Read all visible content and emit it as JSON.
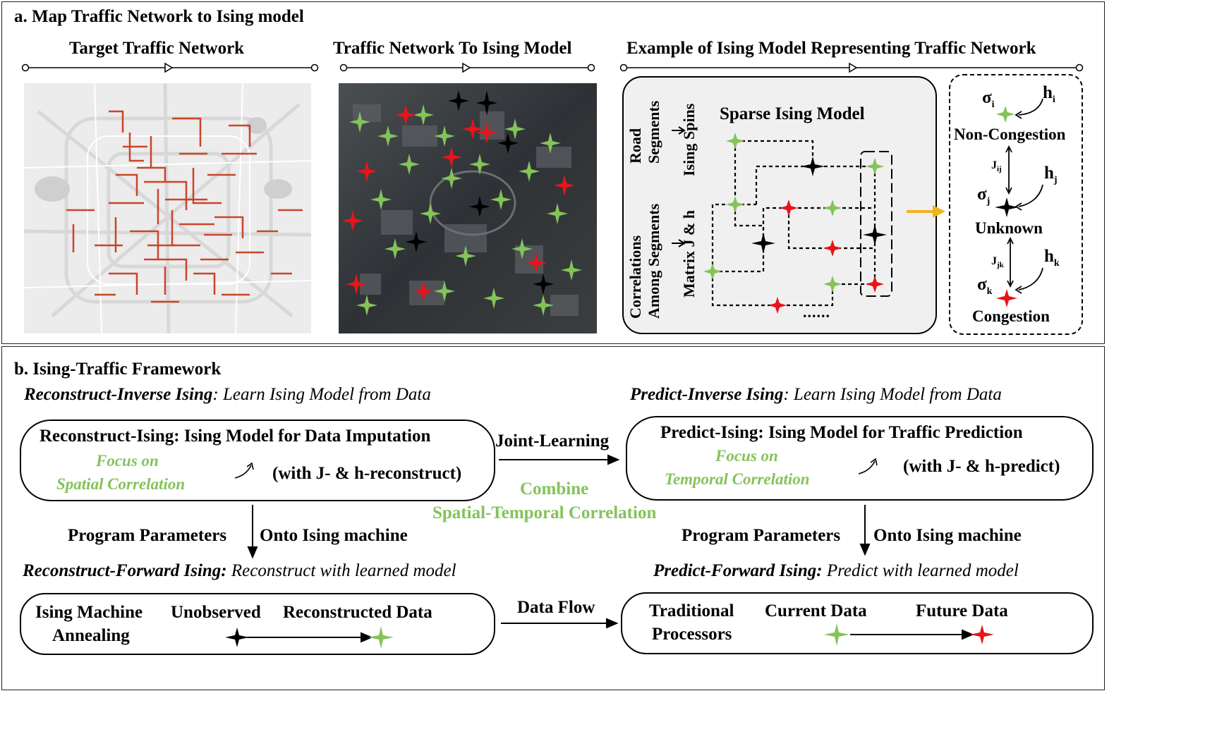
{
  "panel_a": {
    "title": "a.  Map Traffic Network to Ising model",
    "col1_title": "Target Traffic Network",
    "col2_title": "Traffic Network To Ising Model",
    "col3_title": "Example of Ising Model Representing Traffic Network",
    "sparse_title": "Sparse Ising Model",
    "road_segments": "Road Segments",
    "ising_spins": "Ising Spins",
    "correlations": "Correlations Among Segments",
    "matrix": "Matrix J & h",
    "dots": "......",
    "sigma_i": "σ",
    "sub_i": "i",
    "h_i": "h",
    "non_congestion": "Non-Congestion",
    "j_ij": "J",
    "sub_ij": "ij",
    "h_j": "h",
    "sub_j": "j",
    "sigma_j": "σ",
    "unknown": "Unknown",
    "j_jk": "J",
    "sub_jk": "jk",
    "h_k": "h",
    "sub_k": "k",
    "sigma_k": "σ",
    "congestion": "Congestion"
  },
  "panel_b": {
    "title": "b.  Ising-Traffic Framework",
    "reconstruct_inverse_bold": "Reconstruct-Inverse Ising",
    "reconstruct_inverse_rest": ": Learn Ising Model from Data",
    "predict_inverse_bold": "Predict-Inverse Ising",
    "predict_inverse_rest": ": Learn Ising Model from Data",
    "reconstruct_box_title": "Reconstruct-Ising: Ising Model for Data Imputation",
    "focus_on": "Focus on",
    "spatial_corr": "Spatial Correlation",
    "with_reconstruct": "(with J- & h-reconstruct)",
    "joint_learning": "Joint-Learning",
    "predict_box_title": "Predict-Ising: Ising Model for Traffic Prediction",
    "focus_on2": "Focus on",
    "temporal_corr": "Temporal Correlation",
    "with_predict": "(with J- & h-predict)",
    "combine": "Combine",
    "spatial_temporal": "Spatial-Temporal Correlation",
    "program_params": "Program Parameters",
    "onto_ising": "Onto Ising machine",
    "program_params2": "Program Parameters",
    "onto_ising2": "Onto Ising machine",
    "reconstruct_forward_bold": "Reconstruct-Forward Ising:",
    "reconstruct_forward_rest": " Reconstruct with learned model",
    "predict_forward_bold": "Predict-Forward Ising:",
    "predict_forward_rest": " Predict with learned model",
    "ising_machine": "Ising Machine",
    "annealing": "Annealing",
    "unobserved": "Unobserved",
    "reconstructed_data": "Reconstructed Data",
    "data_flow": "Data Flow",
    "traditional": "Traditional",
    "processors": "Processors",
    "current_data": "Current Data",
    "future_data": "Future Data"
  },
  "colors": {
    "green_spin": "#84c35a",
    "red_spin": "#e8141a",
    "black_spin": "#000000",
    "arrow_orange": "#f2b21c",
    "map_road": "#c9452a"
  }
}
